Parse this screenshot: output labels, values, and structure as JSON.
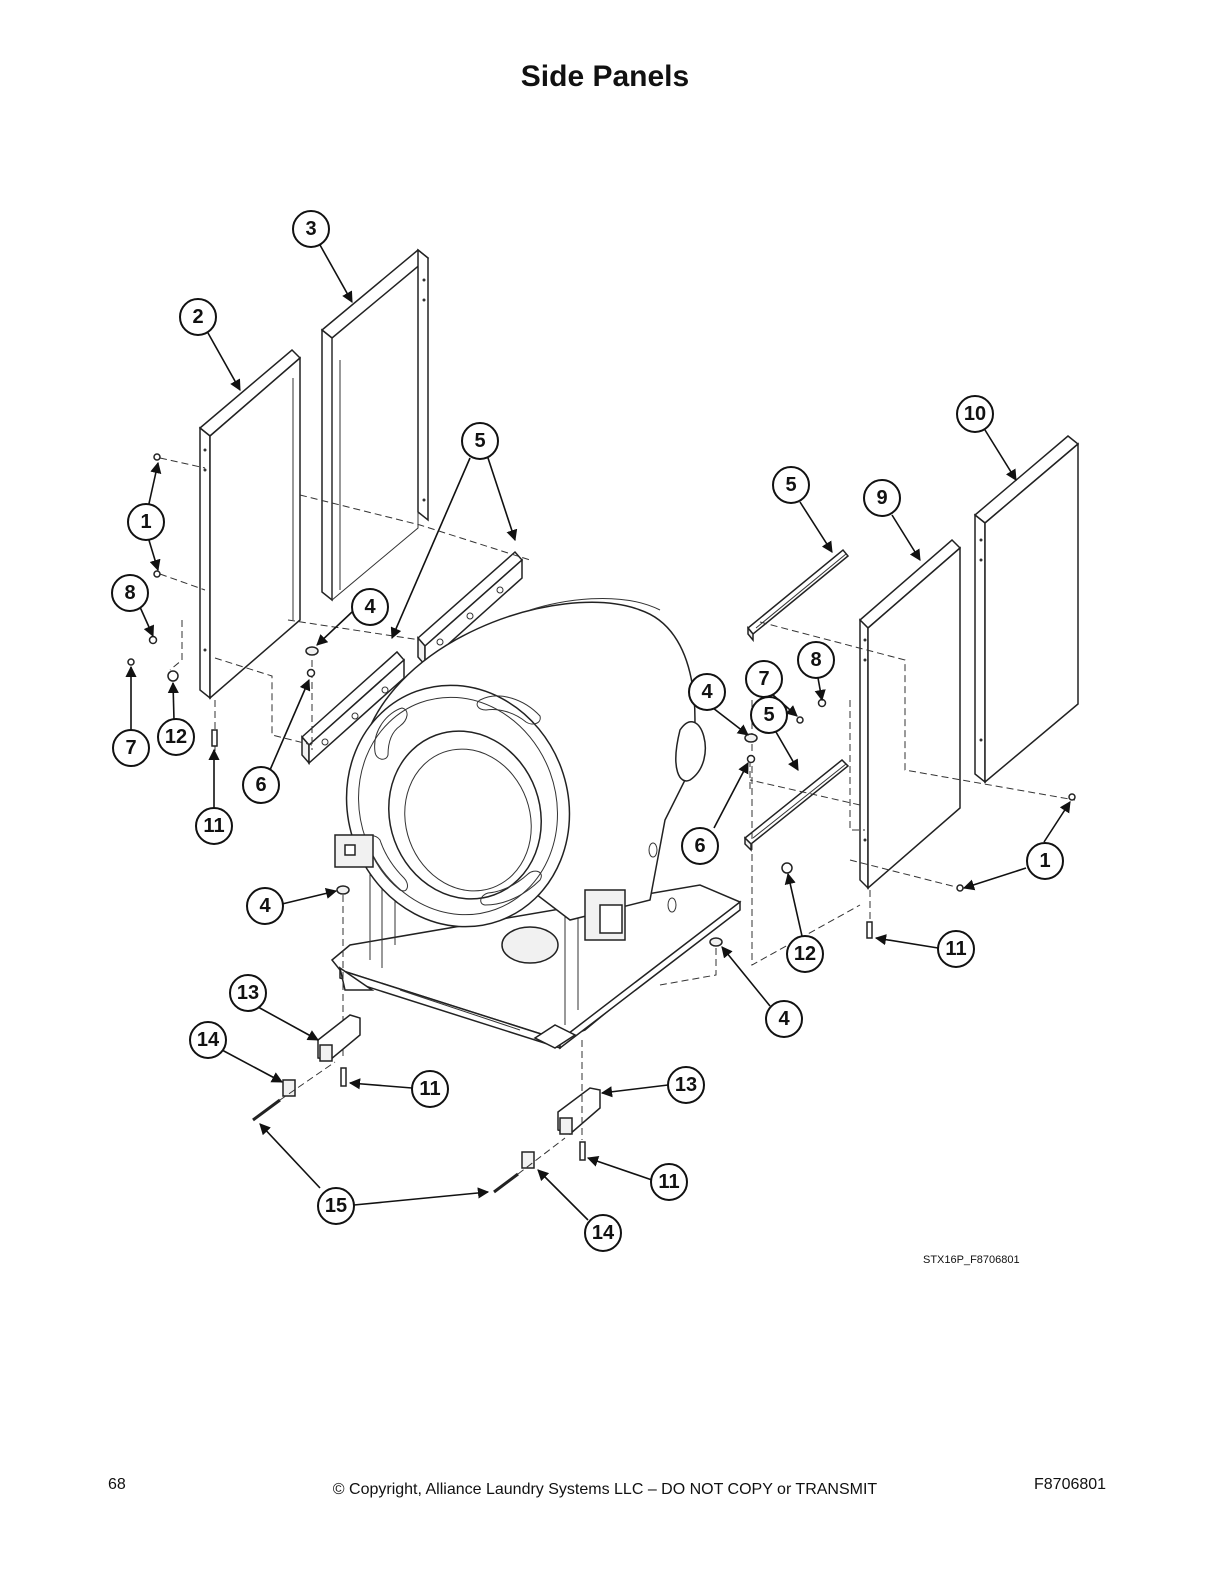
{
  "title": "Side Panels",
  "figure_id": "STX16P_F8706801",
  "footer": {
    "page_number": "68",
    "copyright": "© Copyright, Alliance Laundry Systems LLC – DO NOT COPY or TRANSMIT",
    "doc_number": "F8706801"
  },
  "callouts": [
    "1",
    "2",
    "3",
    "4",
    "5",
    "6",
    "7",
    "8",
    "9",
    "10",
    "11",
    "12",
    "13",
    "14",
    "15"
  ]
}
